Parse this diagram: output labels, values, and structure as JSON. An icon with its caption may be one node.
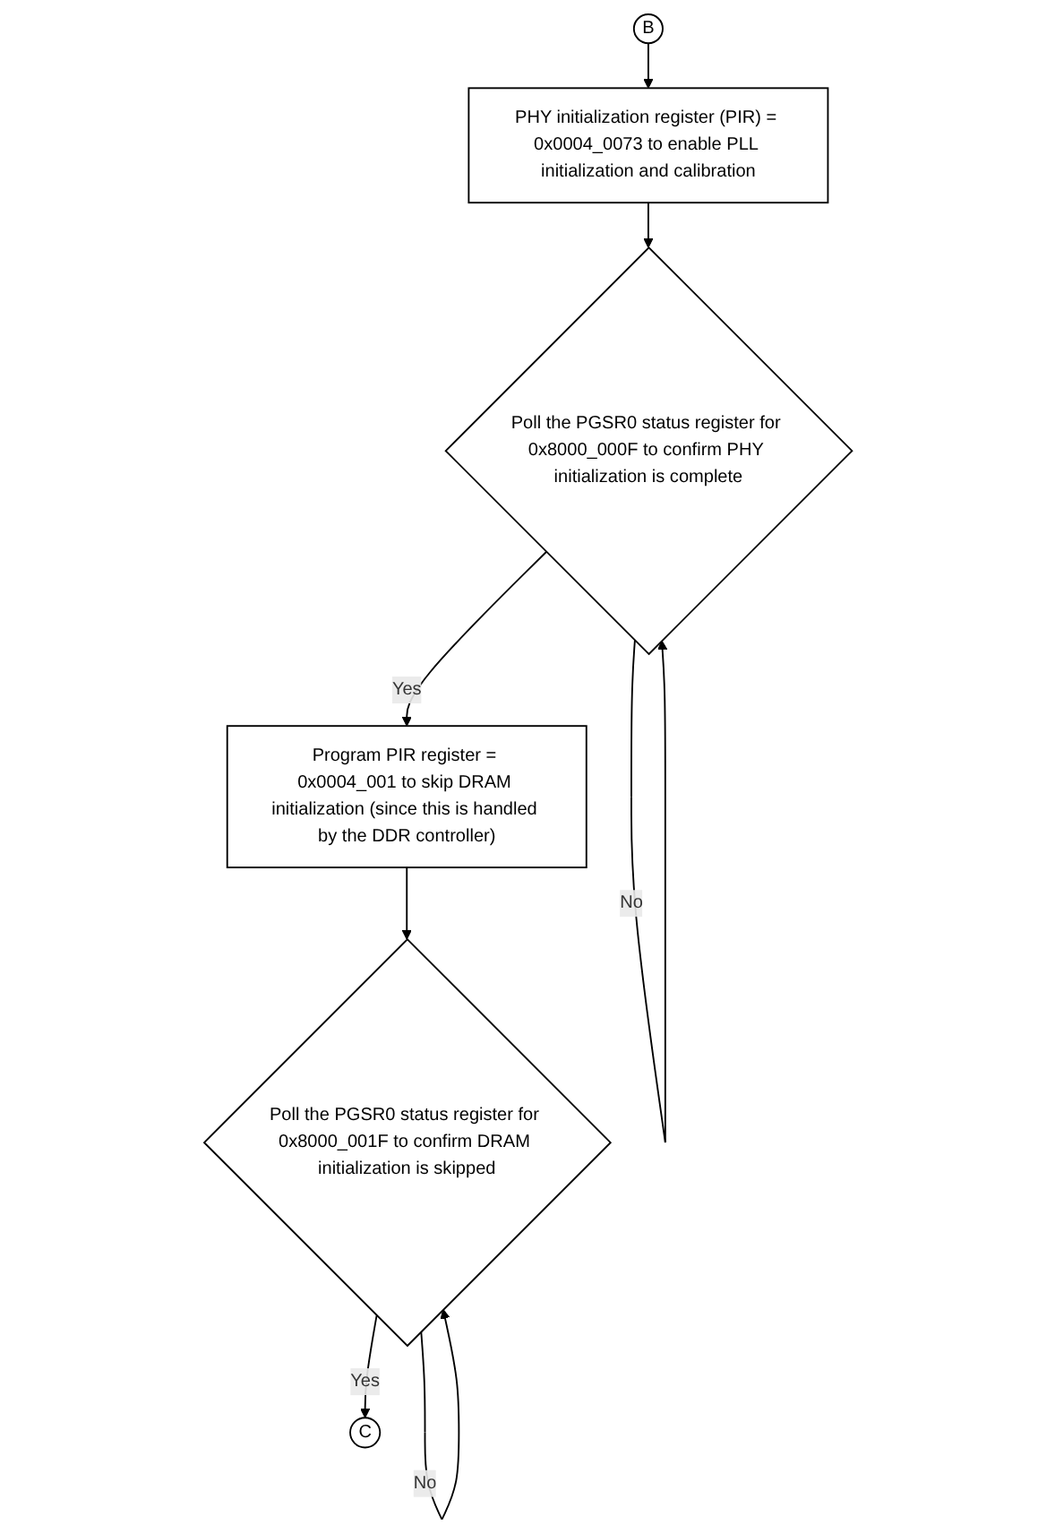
{
  "diagram": {
    "nodes": [
      {
        "text": [
          "B"
        ]
      },
      {
        "text": [
          "PHY initialization register (PIR) = 0x0004_0073 to enable PLL initialization and calibration"
        ]
      },
      {
        "text": [
          "Poll the PGSR0 status register for 0x8000_000F to confirm PHY initialization is complete"
        ]
      },
      {
        "text": [
          "Program PIR register = 0x0004_001 to skip DRAM initialization (since this is handled by the DDR controller)"
        ]
      },
      {
        "text": [
          "Poll the PGSR0 status register for 0x8000_001F to confirm DRAM initialization is skipped"
        ]
      },
      {
        "text": [
          "C"
        ]
      }
    ],
    "edges": [
      {
        "from": 0,
        "to": 1,
        "arrow": "to"
      },
      {
        "from": 1,
        "to": 2,
        "arrow": "to"
      },
      {
        "from": 2,
        "to": 2,
        "label": "No",
        "arrow": "to"
      },
      {
        "from": 2,
        "to": 3,
        "label": "Yes",
        "arrow": "to"
      },
      {
        "from": 3,
        "to": 4,
        "arrow": "to"
      },
      {
        "from": 4,
        "to": 4,
        "label": "No",
        "arrow": "to"
      },
      {
        "from": 4,
        "to": 5,
        "label": "Yes",
        "arrow": "to"
      }
    ]
  }
}
